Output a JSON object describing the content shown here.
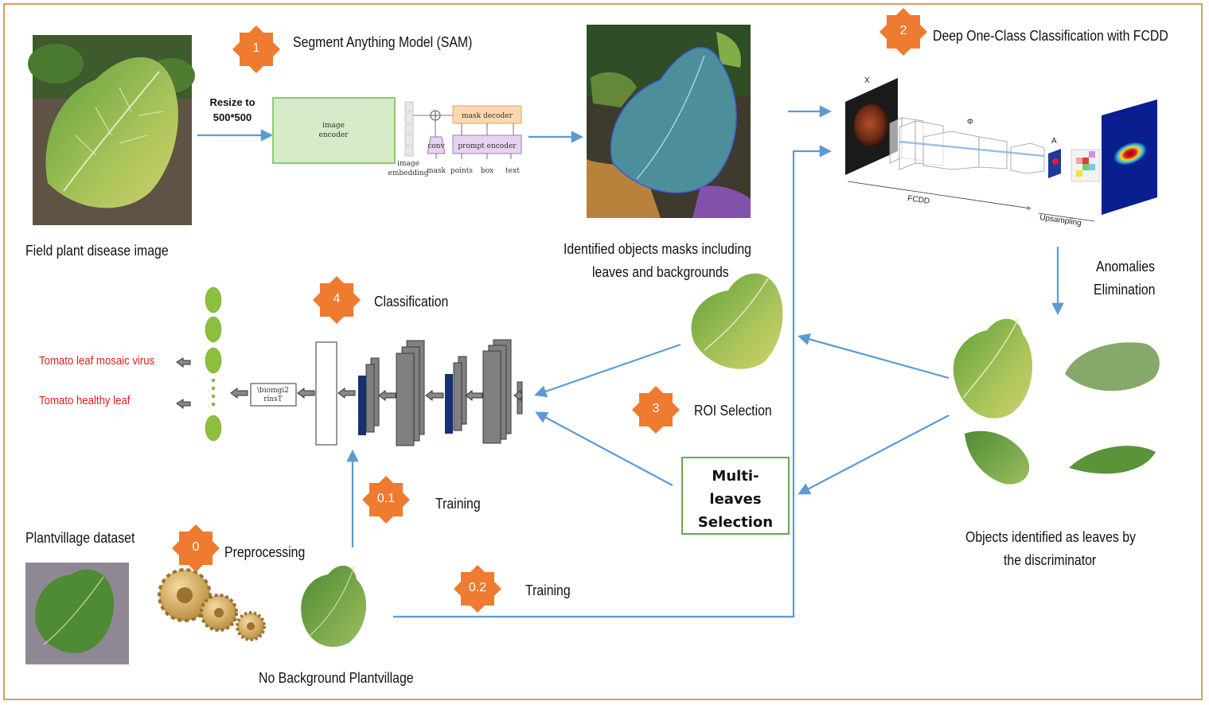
{
  "badges": {
    "step_0": "0",
    "step_0_1": "0.1",
    "step_0_2": "0.2",
    "step_1": "1",
    "step_2": "2",
    "step_3": "3",
    "step_4": "4"
  },
  "titles": {
    "sam": "Segment Anything Model (SAM)",
    "fcdd": "Deep One-Class Classification with FCDD",
    "classification": "Classification",
    "roi": "ROI Selection",
    "preprocessing": "Preprocessing",
    "training_1": "Training",
    "training_2": "Training",
    "anomalies_line1": "Anomalies",
    "anomalies_line2": "Elimination"
  },
  "captions": {
    "field_image": "Field plant disease image",
    "masks_line1": "Identified objects masks including",
    "masks_line2": "leaves and backgrounds",
    "leaves_line1": "Objects identified as leaves by",
    "leaves_line2": "the discriminator",
    "plantvillage": "Plantvillage dataset",
    "no_background": "No Background Plantvillage",
    "resize_line1": "Resize to",
    "resize_line2": "500*500"
  },
  "multi_leaves": {
    "line1": "Multi-",
    "line2": "leaves",
    "line3": "Selection"
  },
  "outputs": {
    "class_1": "Tomato leaf mosaic virus",
    "class_2": "Tomato healthy leaf"
  },
  "sam_diagram": {
    "image_encoder_1": "image",
    "image_encoder_2": "encoder",
    "mask_decoder": "mask decoder",
    "prompt_encoder": "prompt encoder",
    "conv": "conv",
    "embedding_1": "image",
    "embedding_2": "embedding",
    "mask": "mask",
    "points": "points",
    "box": "box",
    "text": "text"
  },
  "fcdd_diagram": {
    "x": "X",
    "phi": "Φ",
    "a": "A",
    "a_prime": "A'",
    "fcdd": "FCDD",
    "upsampling": "Upsampling"
  },
  "cnn": {
    "activation_1": "\\biomgi2",
    "activation_2": "rinsT"
  },
  "colors": {
    "arrow": "#5b9bd5",
    "badge": "#ee7b2f",
    "output_text": "#e0201b",
    "selection_border": "#6aa84f",
    "frame_border": "#e29a63"
  }
}
